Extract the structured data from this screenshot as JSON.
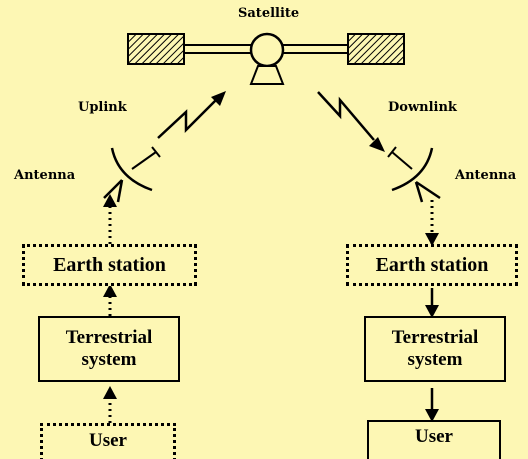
{
  "satellite": {
    "label": "Satellite"
  },
  "uplink": {
    "label": "Uplink"
  },
  "downlink": {
    "label": "Downlink"
  },
  "left_chain": {
    "antenna_label": "Antenna",
    "earth_station": "Earth station",
    "terrestrial_line1": "Terrestrial",
    "terrestrial_line2": "system",
    "user": "User"
  },
  "right_chain": {
    "antenna_label": "Antenna",
    "earth_station": "Earth station",
    "terrestrial_line1": "Terrestrial",
    "terrestrial_line2": "system",
    "user": "User"
  },
  "colors": {
    "background": "#fdf7b4",
    "ink": "#000000"
  }
}
